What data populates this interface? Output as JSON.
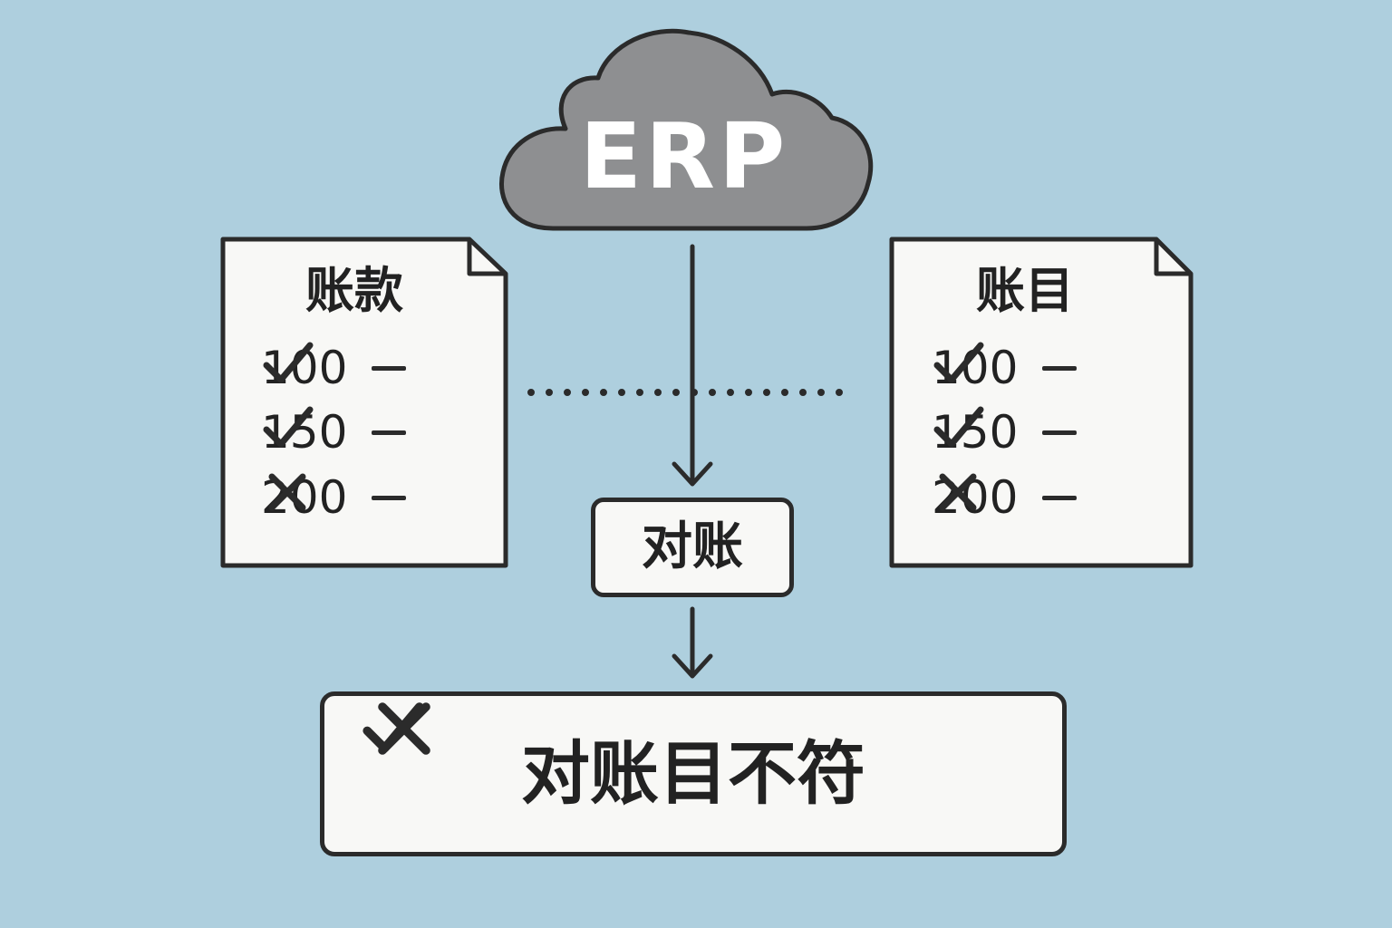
{
  "cloud": {
    "label": "ERP",
    "icon": "cloud-icon",
    "fill": "#8e8f91"
  },
  "left_doc": {
    "title": "账款",
    "rows": [
      {
        "value": "100",
        "status": "check"
      },
      {
        "value": "150",
        "status": "check"
      },
      {
        "value": "200",
        "status": "cross"
      }
    ]
  },
  "right_doc": {
    "title": "账目",
    "rows": [
      {
        "value": "100",
        "status": "check"
      },
      {
        "value": "150",
        "status": "check"
      },
      {
        "value": "200",
        "status": "cross"
      }
    ]
  },
  "process": {
    "label": "对账"
  },
  "result": {
    "match_label": "对账目",
    "mismatch_label": "不符"
  },
  "colors": {
    "background": "#aecfde",
    "stroke": "#2b2b2b",
    "paper": "#f8f8f6"
  }
}
